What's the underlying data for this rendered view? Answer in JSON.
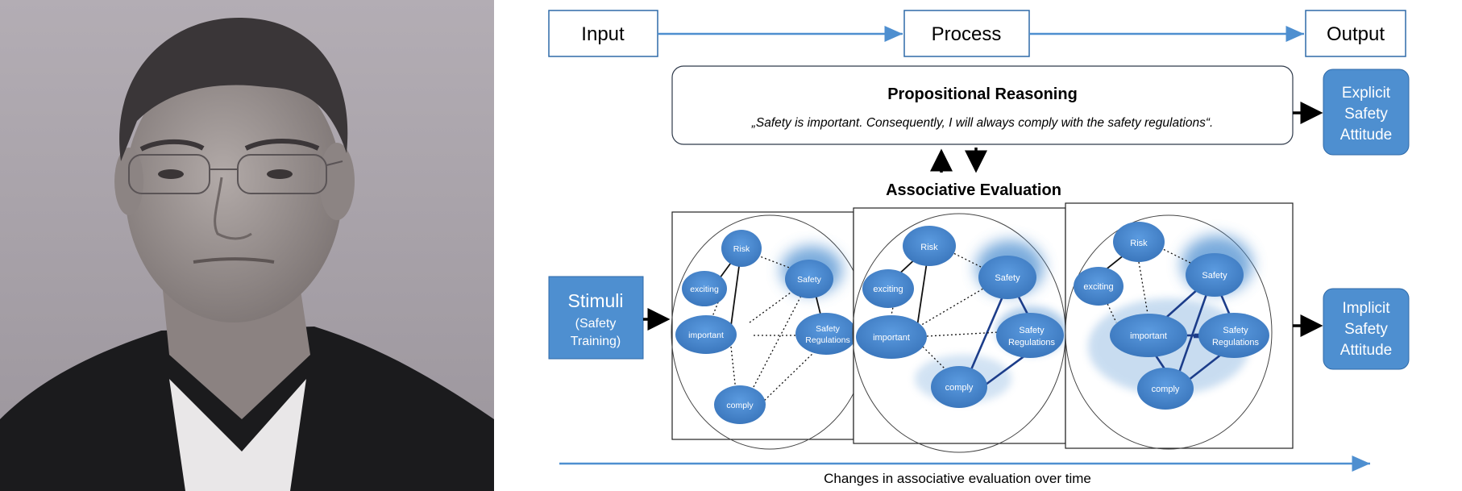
{
  "header": {
    "input": "Input",
    "process": "Process",
    "output": "Output"
  },
  "propositional": {
    "title": "Propositional Reasoning",
    "quote": "„Safety is important. Consequently, I will always comply with the safety regulations“."
  },
  "explicit": [
    "Explicit",
    "Safety",
    "Attitude"
  ],
  "implicit": [
    "Implicit",
    "Safety",
    "Attitude"
  ],
  "associative_title": "Associative Evaluation",
  "stimuli": {
    "title": "Stimuli",
    "sub": [
      "(Safety",
      "Training)"
    ]
  },
  "network_nodes": {
    "risk": "Risk",
    "exciting": "exciting",
    "safety": "Safety",
    "important": "important",
    "regulations": [
      "Safety",
      "Regulations"
    ],
    "comply": "comply"
  },
  "timeline_label": "Changes in associative evaluation over time",
  "colors": {
    "accent_blue": "#4e8fd0",
    "box_border": "#2f6aa8",
    "node_fill": "#4b8bd0",
    "photo_bg": "#a9a4aa"
  }
}
